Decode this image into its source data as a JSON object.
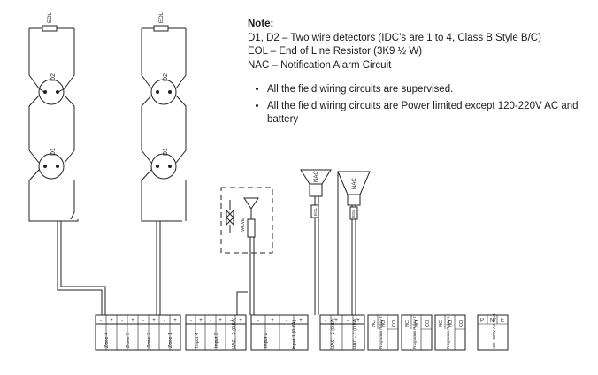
{
  "notes": {
    "title": "Note:",
    "lines": [
      "D1, D2 – Two wire detectors (IDC’s are 1 to 4, Class B Style B/C)",
      "EOL – End of Line Resistor (3K9 ½ W)",
      "NAC – Notification Alarm Circuit"
    ],
    "bullets": [
      "All the field wiring circuits are supervised.",
      "All the field wiring circuits are Power limited except 120-220V AC and battery"
    ]
  },
  "loops": {
    "eol_label": "EOL",
    "detector_labels": [
      "D2",
      "D1"
    ]
  },
  "devices": {
    "nac_label": "NAC",
    "eol_label": "EOL",
    "valve_label": "VALVE"
  },
  "terminal_groups": [
    {
      "name": "zone",
      "pins": [
        "-",
        "+",
        "-",
        "+",
        "-",
        "+",
        "-",
        "+"
      ],
      "labels": [
        "Zone 4",
        "Zone 3",
        "Zone 2",
        "Zone 1"
      ]
    },
    {
      "name": "input-nac2",
      "pins": [
        "-",
        "+",
        "-",
        "+",
        "-",
        "+"
      ],
      "labels": [
        "Input 4",
        "Input 3",
        "NAC - 2 (0.8A)"
      ]
    },
    {
      "name": "input-nac1",
      "pins": [
        "-",
        "+",
        "-",
        "+"
      ],
      "labels": [
        "Input 2",
        "Input 1 (0.8A)"
      ]
    },
    {
      "name": "nac",
      "pins": [
        "-",
        "+",
        "-",
        "+"
      ],
      "labels": [
        "NAC - 2 (0.8A)",
        "NAC - 1 (0.8A)"
      ]
    },
    {
      "name": "relay3",
      "pins": [
        "NC",
        "NO",
        "CO"
      ],
      "labels": [
        "Programm Relay 3"
      ]
    },
    {
      "name": "relay2",
      "pins": [
        "NC",
        "NO",
        "CO"
      ],
      "labels": [
        "Programm Relay 2"
      ]
    },
    {
      "name": "relay1",
      "pins": [
        "NC",
        "NO",
        "CO"
      ],
      "labels": [
        "Programm Relay 1"
      ]
    },
    {
      "name": "ac",
      "pins": [
        "P",
        "N",
        "E"
      ],
      "labels": [
        "120 - 220V AC Input"
      ]
    }
  ]
}
